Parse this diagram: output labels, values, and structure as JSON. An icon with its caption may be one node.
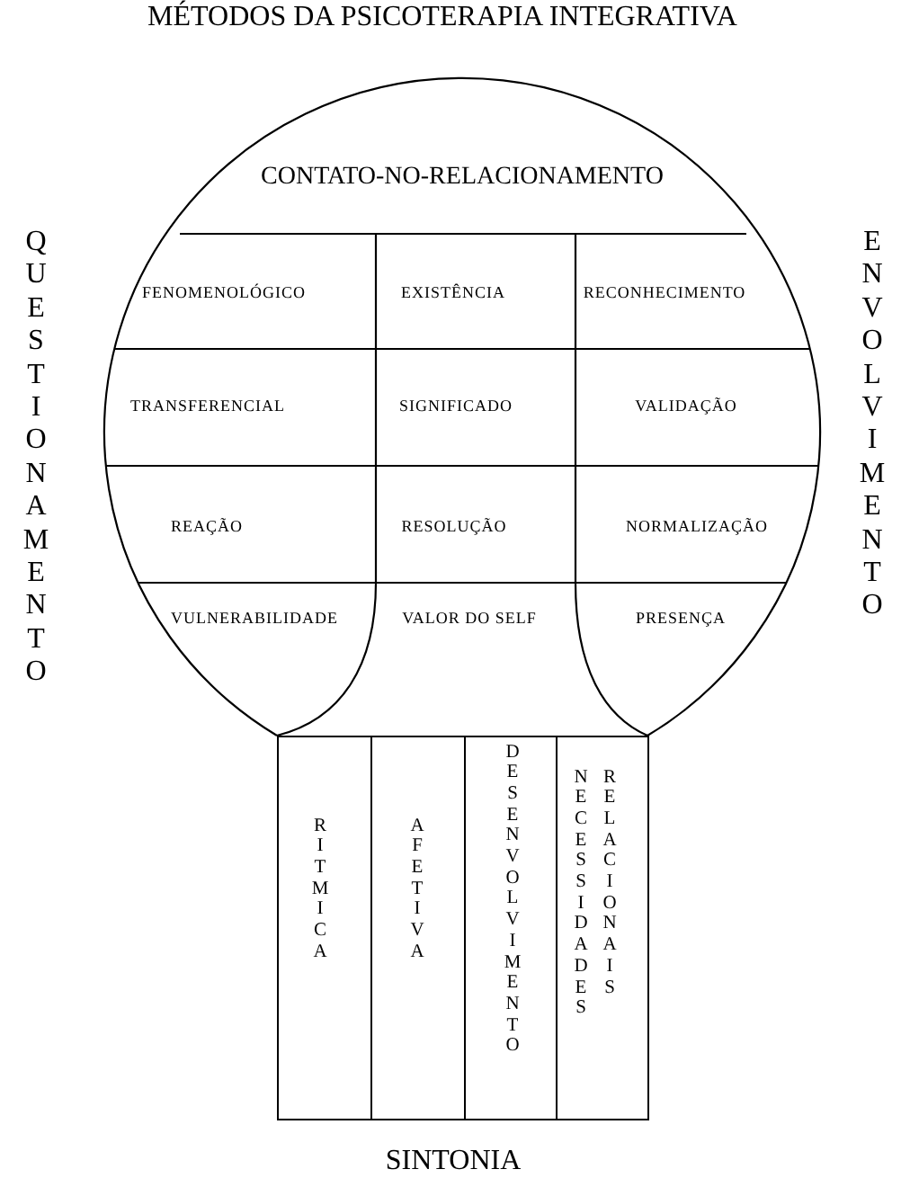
{
  "diagram": {
    "title": "MÉTODOS DA PSICOTERAPIA INTEGRATIVA",
    "nodes": [
      {
        "text": [
          "CONTATO-NO-RELACIONAMENTO"
        ]
      },
      {
        "text": [
          "RITMICA"
        ]
      },
      {
        "text": [
          "AFETIVA"
        ]
      },
      {
        "text": [
          "DESENVOLVIMENTO"
        ]
      },
      {
        "text": [
          "NECESSIDADES",
          "RELACIONAIS"
        ]
      }
    ],
    "labels": [
      "QUESTIONAMENTO",
      "ENVOLVIMENTO",
      "FENOMENOLÓGICO",
      "EXISTÊNCIA",
      "RECONHECIMENTO",
      "TRANSFERENCIAL",
      "SIGNIFICADO",
      "VALIDAÇÃO",
      "REAÇÃO",
      "RESOLUÇÃO",
      "NORMALIZAÇÃO",
      "VULNERABILIDADE",
      "VALOR DO SELF",
      "PRESENÇA",
      "SINTONIA"
    ]
  }
}
